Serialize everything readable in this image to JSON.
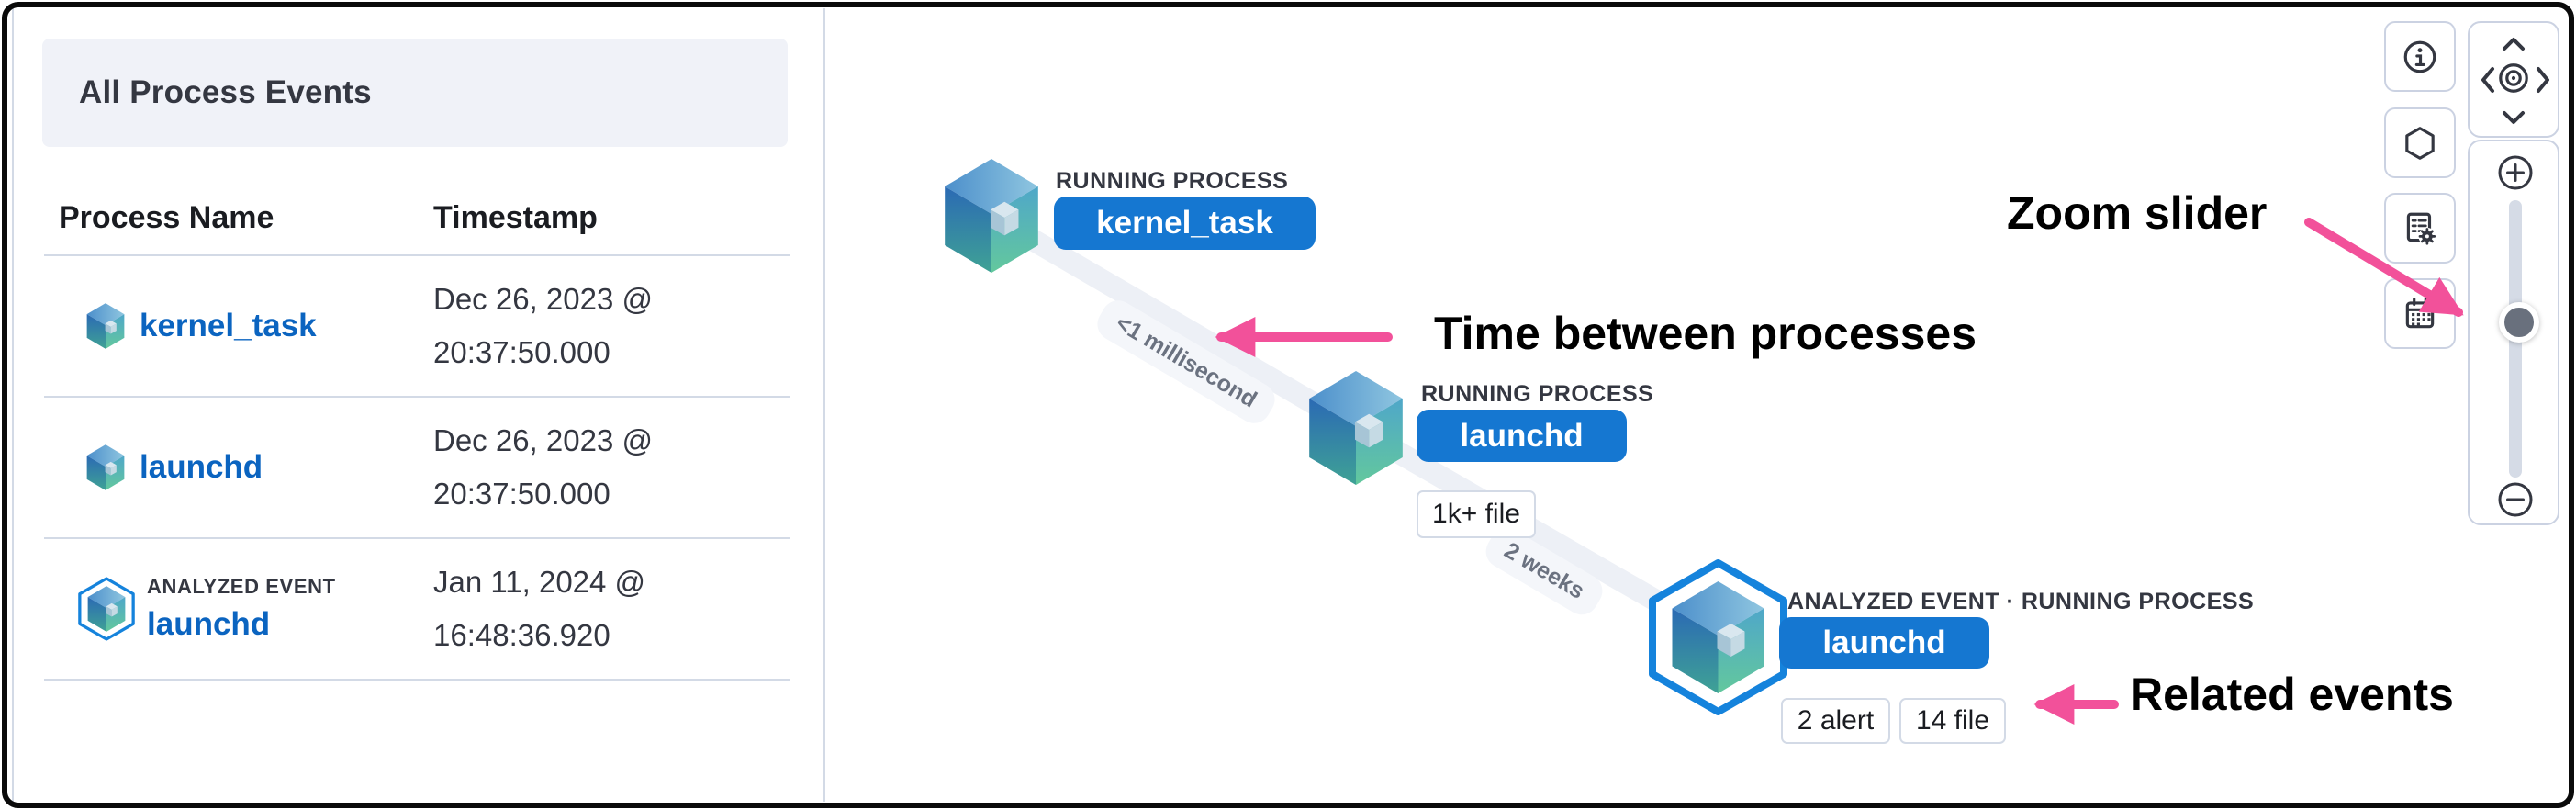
{
  "panel": {
    "title": "All Process Events",
    "columns": {
      "name": "Process Name",
      "timestamp": "Timestamp"
    },
    "rows": [
      {
        "name": "kernel_task",
        "timestamp1": "Dec 26, 2023 @",
        "timestamp2": "20:37:50.000"
      },
      {
        "name": "launchd",
        "timestamp1": "Dec 26, 2023 @",
        "timestamp2": "20:37:50.000"
      },
      {
        "label": "ANALYZED EVENT",
        "name": "launchd",
        "timestamp1": "Jan 11, 2024 @",
        "timestamp2": "16:48:36.920"
      }
    ]
  },
  "graph": {
    "nodes": [
      {
        "type_label": "RUNNING PROCESS",
        "name": "kernel_task",
        "badges": []
      },
      {
        "type_label": "RUNNING PROCESS",
        "name": "launchd",
        "badges": [
          "1k+ file"
        ]
      },
      {
        "type_label": "ANALYZED EVENT · RUNNING PROCESS",
        "name": "launchd",
        "badges": [
          "2 alert",
          "14 file"
        ]
      }
    ],
    "edges": [
      {
        "label": "<1 millisecond"
      },
      {
        "label": "2 weeks"
      }
    ]
  },
  "annotations": {
    "zoom_slider": "Zoom slider",
    "time_between": "Time between processes",
    "related_events": "Related events"
  },
  "controls": {
    "side_buttons": [
      {
        "icon": "info-icon"
      },
      {
        "icon": "hexagon-icon"
      },
      {
        "icon": "schema-settings-icon"
      },
      {
        "icon": "calendar-icon"
      }
    ],
    "pan": {
      "up": "chevron-up-icon",
      "left": "chevron-left-icon",
      "center": "center-camera-icon",
      "right": "chevron-right-icon",
      "down": "chevron-down-icon"
    },
    "zoom": {
      "in": "plus-icon",
      "out": "minus-icon"
    }
  },
  "colors": {
    "accent_pink": "#F2519A",
    "node_pill_blue": "#1577D1",
    "link_blue": "#0B64C0",
    "border_gray": "#D3DAE6",
    "text_dark": "#343741",
    "hex_outline_blue": "#1583DC"
  }
}
